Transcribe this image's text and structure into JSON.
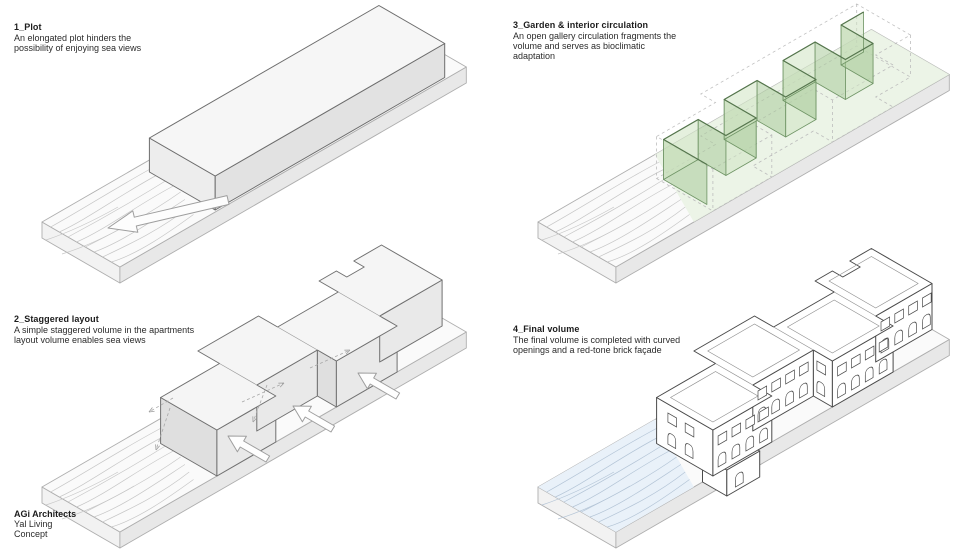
{
  "sheet": {
    "background": "#ffffff",
    "type": "architectural concept diagram sheet"
  },
  "panels": [
    {
      "id": "1",
      "title": "1_Plot",
      "description": "An elongated plot hinders the\npossibility of enjoying sea views"
    },
    {
      "id": "2",
      "title": "2_Staggered layout",
      "description": "A simple staggered volume in the apartments\nlayout volume enables sea views"
    },
    {
      "id": "3",
      "title": "3_Garden & interior circulation",
      "description": "An open gallery circulation fragments the\nvolume and serves as bioclimatic\nadaptation"
    },
    {
      "id": "4",
      "title": "4_Final volume",
      "description": "The final volume is completed with curved\nopenings and a red-tone brick façade"
    }
  ],
  "credits": {
    "firm": "AGi Architects",
    "project": "Yal Living",
    "phase": "Concept"
  },
  "colors": {
    "slab_top": "#fafafa",
    "slab_side_light": "#f2f2f2",
    "slab_side_dark": "#e8e8e8",
    "slab_stroke": "#aeaeae",
    "volume_top": "#f6f6f6",
    "volume_side_light": "#ededed",
    "volume_side_dark": "#e2e2e2",
    "volume_stroke": "#6d6d6d",
    "hatch_line": "#c6c6c6",
    "dashed_line": "#bdbdbd",
    "green_wall_light": "#cfe4c2",
    "green_wall_dark": "#a9ca9b",
    "green_edge": "#6f9465",
    "green_ground": "#e9f2e3",
    "water_fill": "#e9f1f9",
    "water_line": "#b3c4d6",
    "final_stroke": "#4a4a4a",
    "text": "#1c1c1c"
  }
}
